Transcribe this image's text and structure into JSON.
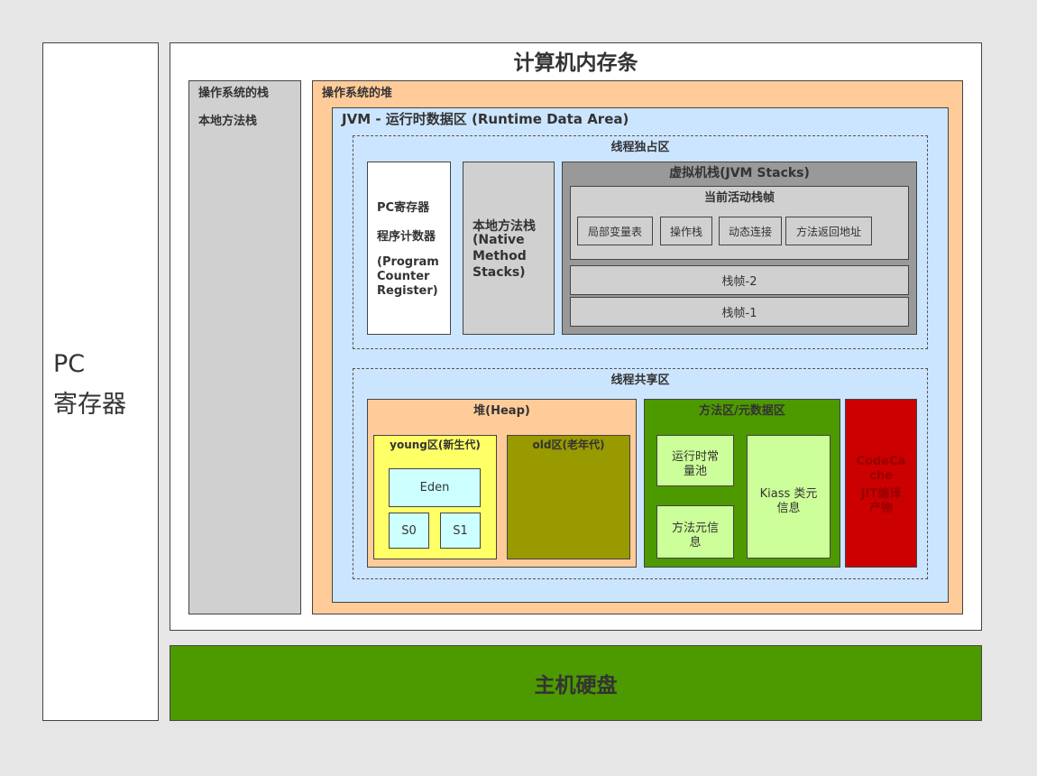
{
  "pc_register_outer": {
    "label_line1": "PC",
    "label_line2": "寄存器"
  },
  "memory": {
    "title": "计算机内存条",
    "os_stack": {
      "title": "操作系统的栈",
      "subtitle": "本地方法栈"
    },
    "os_heap": {
      "title": "操作系统的堆"
    }
  },
  "jvm": {
    "title": "JVM - 运行时数据区 (Runtime Data Area)",
    "thread_private": {
      "title": "线程独占区",
      "pc_register": {
        "line1": "PC寄存器",
        "line2": "程序计数器",
        "line3": "(Program",
        "line4": "Counter",
        "line5": "Register)"
      },
      "native_stack": {
        "line1": "本地方法栈",
        "line2": "(Native",
        "line3": "Method",
        "line4": "Stacks)"
      },
      "jvm_stacks": {
        "title": "虚拟机栈(JVM Stacks)",
        "current_frame": {
          "title": "当前活动栈帧",
          "items": [
            "局部变量表",
            "操作栈",
            "动态连接",
            "方法返回地址"
          ]
        },
        "frame2": "栈帧-2",
        "frame1": "栈帧-1"
      }
    },
    "thread_shared": {
      "title": "线程共享区",
      "heap": {
        "title": "堆(Heap)",
        "young": {
          "title": "young区(新生代)",
          "eden": "Eden",
          "s0": "S0",
          "s1": "S1"
        },
        "old": {
          "title": "old区(老年代)"
        }
      },
      "method_area": {
        "title": "方法区/元数据区",
        "runtime_pool_l1": "运行时常",
        "runtime_pool_l2": "量池",
        "method_meta_l1": "方法元信",
        "method_meta_l2": "息",
        "class_meta_l1": "Kiass 类元",
        "class_meta_l2": "信息"
      },
      "code_cache": {
        "l1": "CodeCa",
        "l2": "che",
        "l3": "JIT编译",
        "l4": "产物"
      }
    }
  },
  "disk": {
    "title": "主机硬盘"
  },
  "colors": {
    "background": "#e6e6e6",
    "os_stack": "#d0d0d0",
    "os_heap": "#ffcc99",
    "jvm_area": "#cce5ff",
    "jvm_stacks": "#999999",
    "stack_frame": "#d0d0d0",
    "heap": "#ffcc99",
    "young": "#ffff66",
    "eden_survivor": "#ccffff",
    "old": "#999900",
    "method_area": "#4d9900",
    "method_item": "#ccff99",
    "code_cache": "#cc0000",
    "disk": "#4d9900"
  }
}
